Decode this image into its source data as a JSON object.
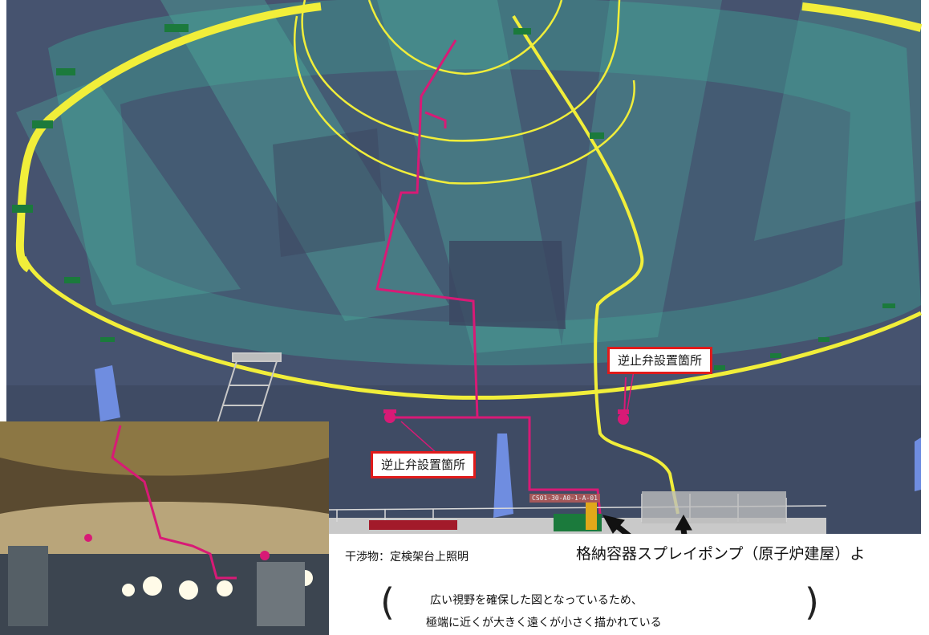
{
  "callouts": {
    "valve_upper": "逆止弁設置箇所",
    "valve_lower": "逆止弁設置箇所"
  },
  "captions": {
    "interference": "干渉物：定検架台上照明",
    "pump": "格納容器スプレイポンプ（原子炉建屋）よ",
    "note_line1": "広い視野を確保した図となっているため、",
    "note_line2": "極端に近くが大きく遠くが小さく描かれている"
  },
  "equipment_tag": "CS01-30-A0-1-A-01",
  "colors": {
    "sky": "#45526e",
    "teal_structure": "#4fb8a4",
    "yellow_pipe": "#f1ee3a",
    "magenta_pipe": "#d81a76",
    "support_green": "#1b7a3c",
    "callout_border": "#e01b1b"
  }
}
